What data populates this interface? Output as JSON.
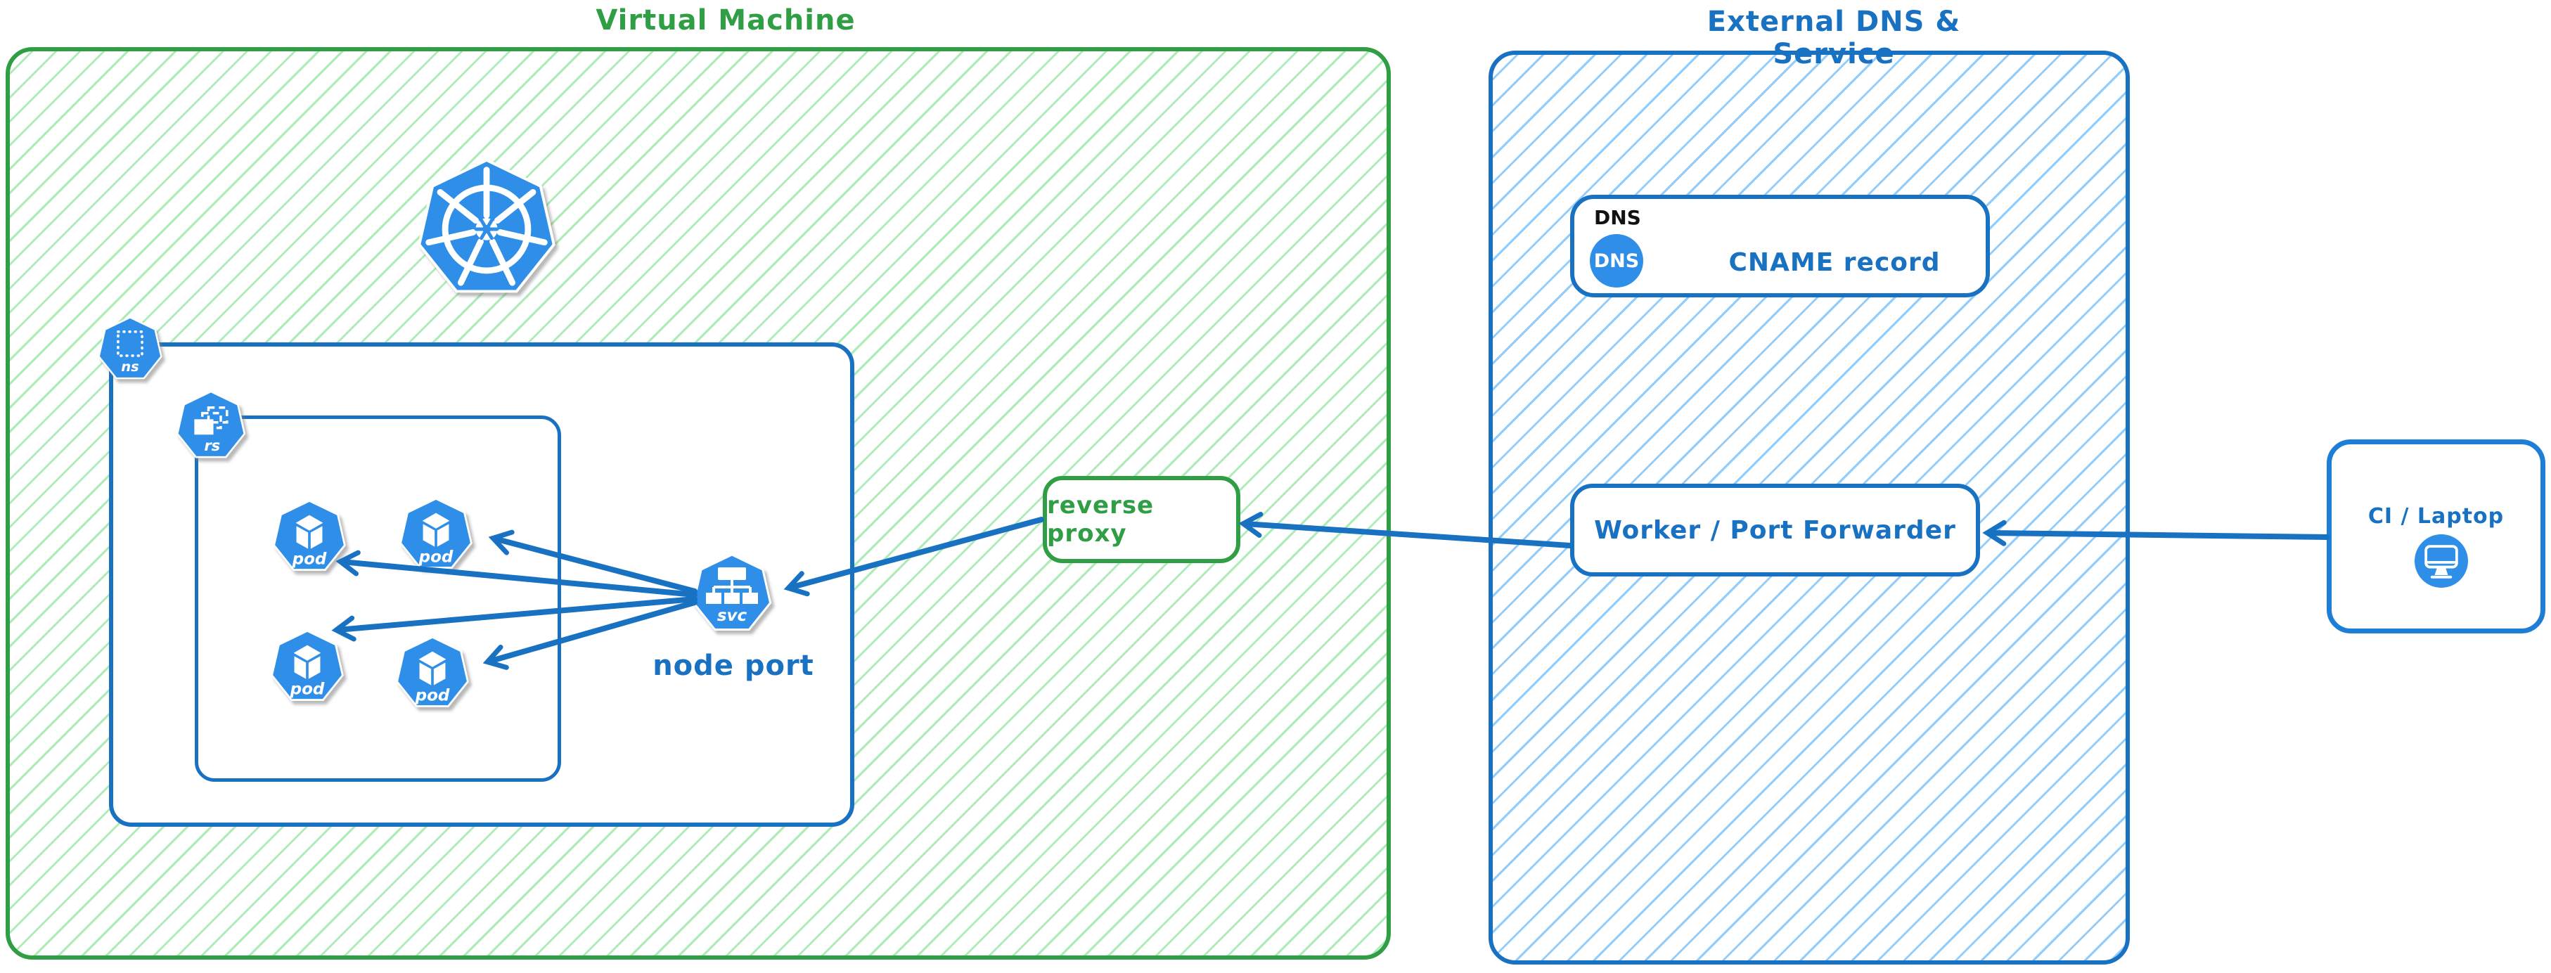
{
  "colors": {
    "green_stroke": "#2f9e44",
    "green_hatch": "#69db7c",
    "blue_stroke": "#1971c2",
    "blue_hatch": "#74c0fc",
    "icon_blue": "#2f8fe8",
    "label_black": "#111111"
  },
  "vm": {
    "title": "Virtual Machine",
    "namespace_badge": "ns",
    "replicaset_badge": "rs",
    "service_badge": "svc",
    "pods": [
      {
        "label": "pod"
      },
      {
        "label": "pod"
      },
      {
        "label": "pod"
      },
      {
        "label": "pod"
      }
    ],
    "node_port_label": "node port",
    "reverse_proxy_label": "reverse proxy"
  },
  "external": {
    "title": "External DNS & Service",
    "dns_tag": "DNS",
    "dns_badge": "DNS",
    "cname_label": "CNAME record",
    "worker_label": "Worker / Port Forwarder"
  },
  "client": {
    "label": "CI / Laptop"
  }
}
